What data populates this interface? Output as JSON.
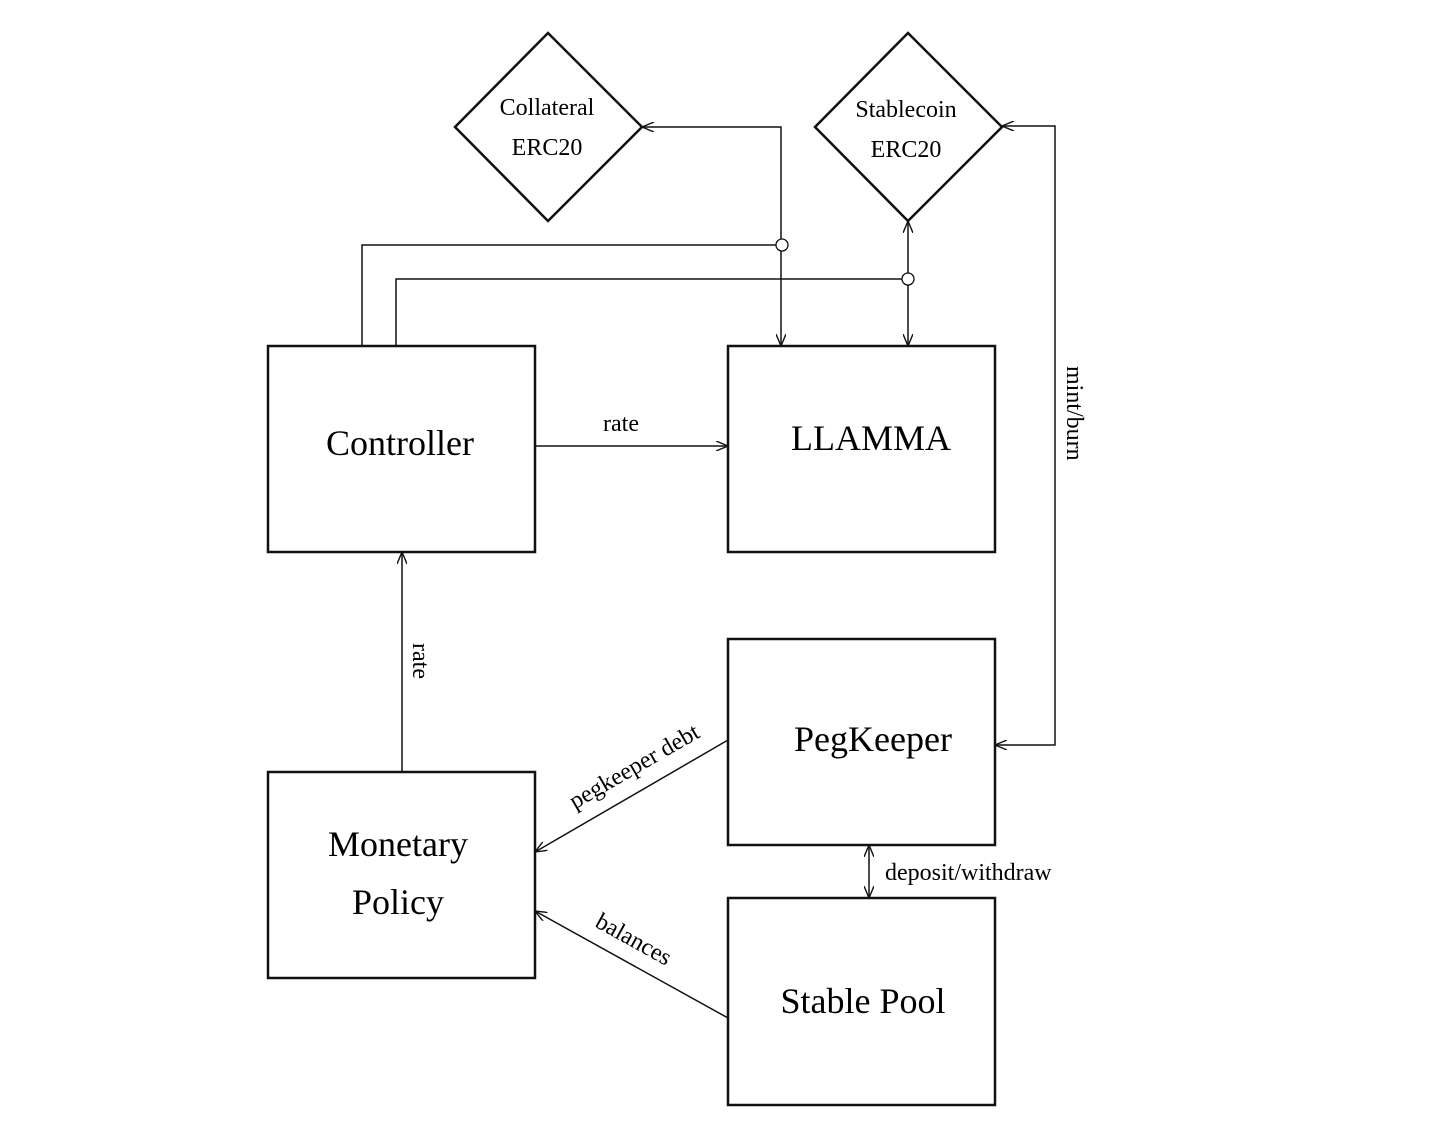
{
  "nodes": {
    "collateral": {
      "line1": "Collateral",
      "line2": "ERC20"
    },
    "stablecoin": {
      "line1": "Stablecoin",
      "line2": "ERC20"
    },
    "controller": {
      "label": "Controller"
    },
    "llamma": {
      "label": "LLAMMA"
    },
    "pegkeeper": {
      "label": "PegKeeper"
    },
    "monetary_policy": {
      "line1": "Monetary",
      "line2": "Policy"
    },
    "stable_pool": {
      "label": "Stable Pool"
    }
  },
  "edges": {
    "controller_to_llamma": "rate",
    "policy_to_controller": "rate",
    "stablecoin_to_pegkeeper": "mint/burn",
    "pegkeeper_to_policy": "pegkeeper debt",
    "pool_to_policy": "balances",
    "pegkeeper_to_pool": "deposit/withdraw"
  }
}
